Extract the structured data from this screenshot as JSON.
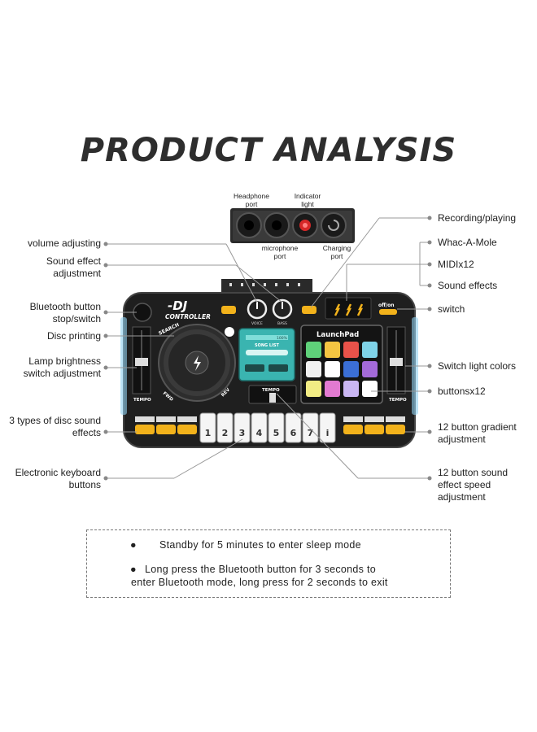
{
  "title": "PRODUCT ANALYSIS",
  "ports": {
    "headphone": "Headphone port",
    "indicator": "Indicator light",
    "microphone": "microphone port",
    "charging": "Charging port"
  },
  "callouts_left": {
    "volume": "volume adjusting",
    "sound_effect": "Sound effect adjustment",
    "bluetooth": "Bluetooth button stop/switch",
    "disc_printing": "Disc printing",
    "lamp": "Lamp brightness switch adjustment",
    "disc_effects": "3 types of disc sound effects",
    "keyboard": "Electronic keyboard buttons"
  },
  "callouts_right": {
    "recording": "Recording/playing",
    "whac": "Whac-A-Mole",
    "midi": "MIDIx12",
    "sound_effects": "Sound effects",
    "switch": "switch",
    "light_colors": "Switch light colors",
    "buttons": "buttonsx12",
    "gradient": "12 button gradient adjustment",
    "speed": "12 button sound effect speed adjustment"
  },
  "device": {
    "brand": "-DJ",
    "controller": "CONTROLLER",
    "voice": "VOICE",
    "bass": "BASS",
    "song_list": "SONG LIST",
    "percent": "100%",
    "launchpad": "LaunchPad",
    "off_on": "off/on",
    "tempo_left": "TEMPO",
    "tempo_right": "TEMPO",
    "tempo_center": "TEMPO",
    "search": "SEARCH",
    "fwd": "FWD",
    "rev": "REV",
    "keys": [
      "1",
      "2",
      "3",
      "4",
      "5",
      "6",
      "7",
      "i"
    ],
    "pad_colors": [
      "#5fd17a",
      "#f5c542",
      "#e8524a",
      "#7fd3e8",
      "#f0f0f0",
      "#ffffff",
      "#3b6fd6",
      "#a46ad9",
      "#f2ec84",
      "#e27ad1",
      "#c9b6f2",
      "#ffffff"
    ],
    "accent": "#f2b21b",
    "body": "#1f1f1f"
  },
  "notes": {
    "n1": "Standby for 5 minutes to enter sleep mode",
    "n2_line1": "Long press the Bluetooth button for 3 seconds to",
    "n2_line2": "enter Bluetooth mode, long press for 2 seconds to exit"
  }
}
